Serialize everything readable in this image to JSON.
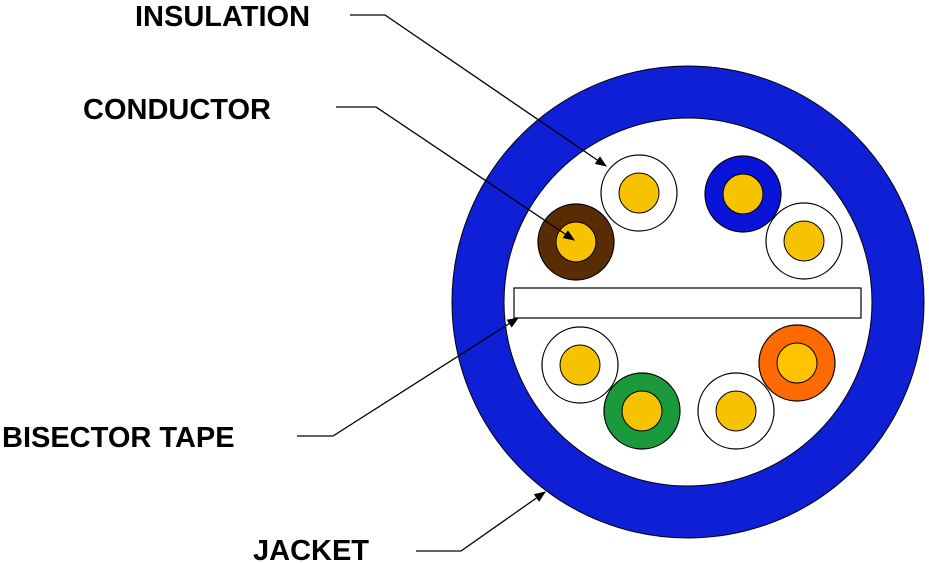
{
  "labels": {
    "insulation": "INSULATION",
    "conductor": "CONDUCTOR",
    "bisector_tape": "BISECTOR TAPE",
    "jacket": "JACKET"
  },
  "colors": {
    "jacket": "#0f1fd6",
    "conductor_copper": "#f7c200",
    "brown": "#5a2c04",
    "blue": "#0a14d8",
    "green": "#1a9a3a",
    "orange": "#ff6a00",
    "white": "#ffffff",
    "outline": "#000000"
  },
  "pairs": [
    {
      "name": "brown-pair",
      "solid": "brown",
      "stripe": "white"
    },
    {
      "name": "blue-pair",
      "solid": "blue",
      "stripe": "white"
    },
    {
      "name": "green-pair",
      "solid": "green",
      "stripe": "white"
    },
    {
      "name": "orange-pair",
      "solid": "orange",
      "stripe": "white"
    }
  ]
}
